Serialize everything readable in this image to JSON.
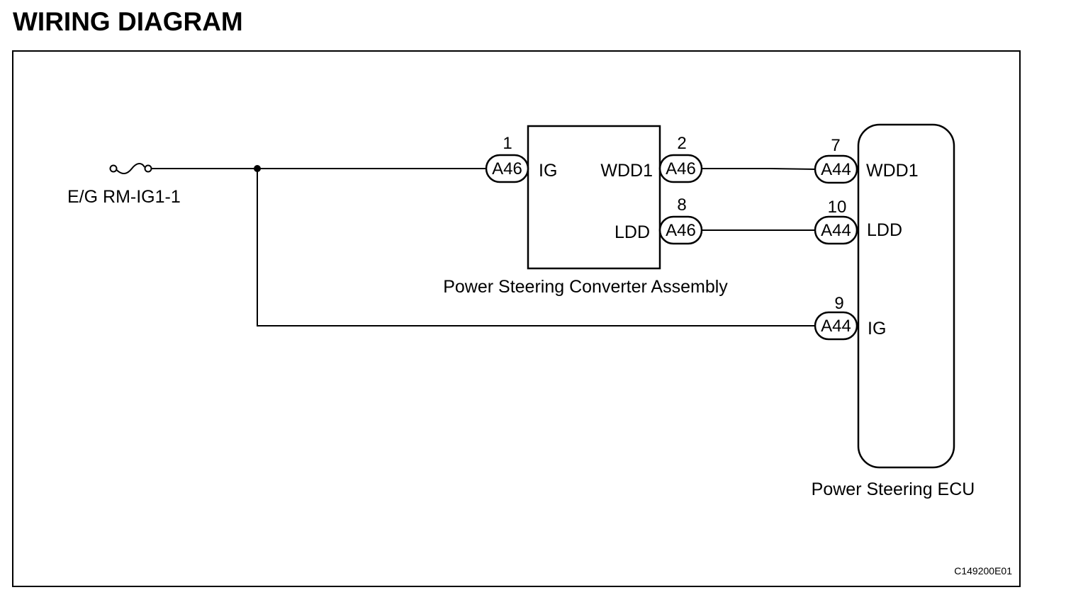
{
  "title": "WIRING DIAGRAM",
  "diagram_code": "C149200E01",
  "fuse": {
    "label": "E/G RM-IG1-1"
  },
  "converter": {
    "name": "Power Steering Converter Assembly",
    "connector": "A46",
    "pins": [
      {
        "number": "1",
        "connector": "A46",
        "terminal": "IG"
      },
      {
        "number": "2",
        "connector": "A46",
        "terminal": "WDD1"
      },
      {
        "number": "8",
        "connector": "A46",
        "terminal": "LDD"
      }
    ]
  },
  "ecu": {
    "name": "Power Steering ECU",
    "connector": "A44",
    "pins": [
      {
        "number": "7",
        "connector": "A44",
        "terminal": "WDD1"
      },
      {
        "number": "10",
        "connector": "A44",
        "terminal": "LDD"
      },
      {
        "number": "9",
        "connector": "A44",
        "terminal": "IG"
      }
    ]
  }
}
